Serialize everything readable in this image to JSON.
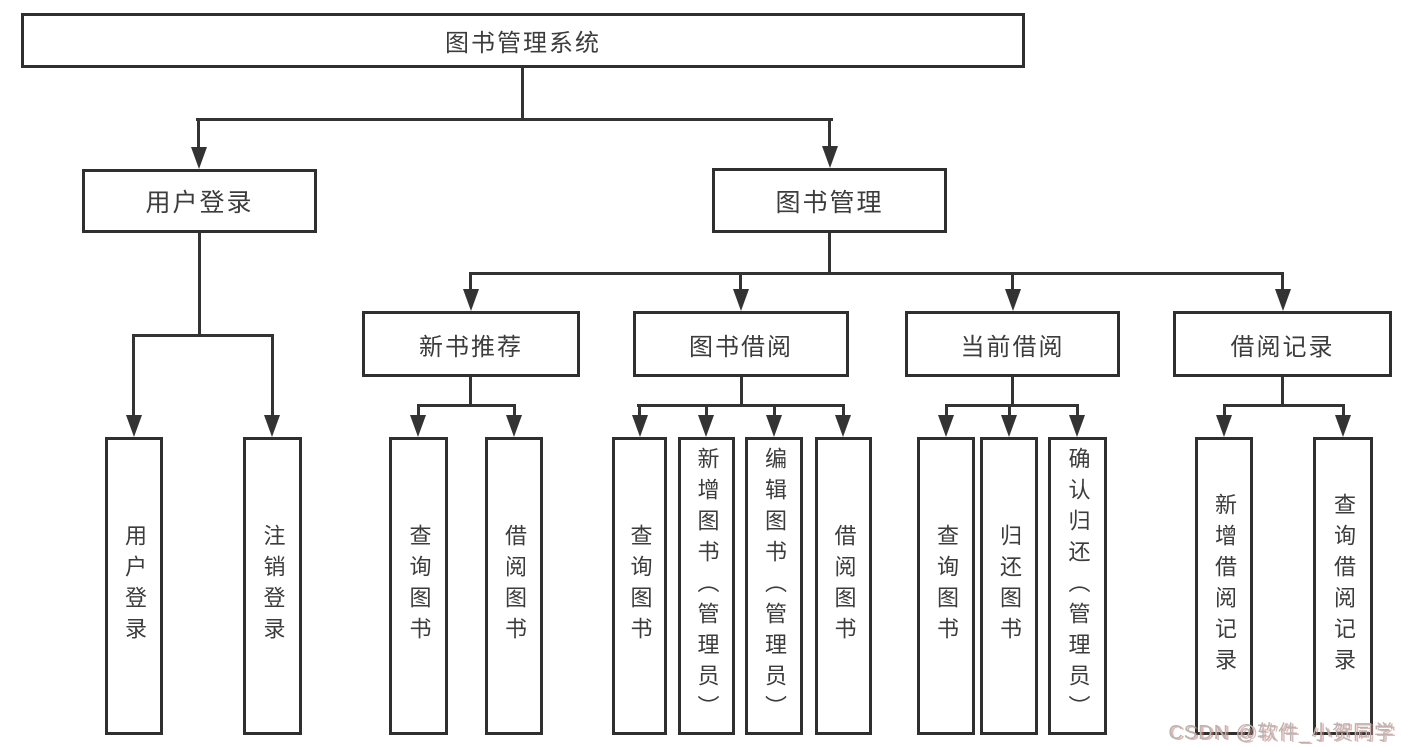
{
  "tree": {
    "root": {
      "label": "图书管理系统"
    },
    "level2": [
      {
        "label": "用户登录"
      },
      {
        "label": "图书管理"
      }
    ],
    "level3": [
      {
        "label": "新书推荐"
      },
      {
        "label": "图书借阅"
      },
      {
        "label": "当前借阅"
      },
      {
        "label": "借阅记录"
      }
    ],
    "leaves": {
      "user_login": [
        {
          "label": "用户登录"
        },
        {
          "label": "注销登录"
        }
      ],
      "new_book": [
        {
          "label": "查询图书"
        },
        {
          "label": "借阅图书"
        }
      ],
      "borrowing": [
        {
          "label": "查询图书"
        },
        {
          "label": "新增图书（管理员）"
        },
        {
          "label": "编辑图书（管理员）"
        },
        {
          "label": "借阅图书"
        }
      ],
      "current": [
        {
          "label": "查询图书"
        },
        {
          "label": "归还图书"
        },
        {
          "label": "确认归还（管理员）"
        }
      ],
      "records": [
        {
          "label": "新增借阅记录"
        },
        {
          "label": "查询借阅记录"
        }
      ]
    }
  },
  "watermark": {
    "text": "CSDN @软件_小贺同学"
  },
  "colors": {
    "line": "#333333",
    "box_border": "#2f2f2f",
    "text": "#3c3c3c",
    "background": "#ffffff",
    "watermark_gray": "#b5b5b5",
    "watermark_accent": "#d67a6e"
  }
}
